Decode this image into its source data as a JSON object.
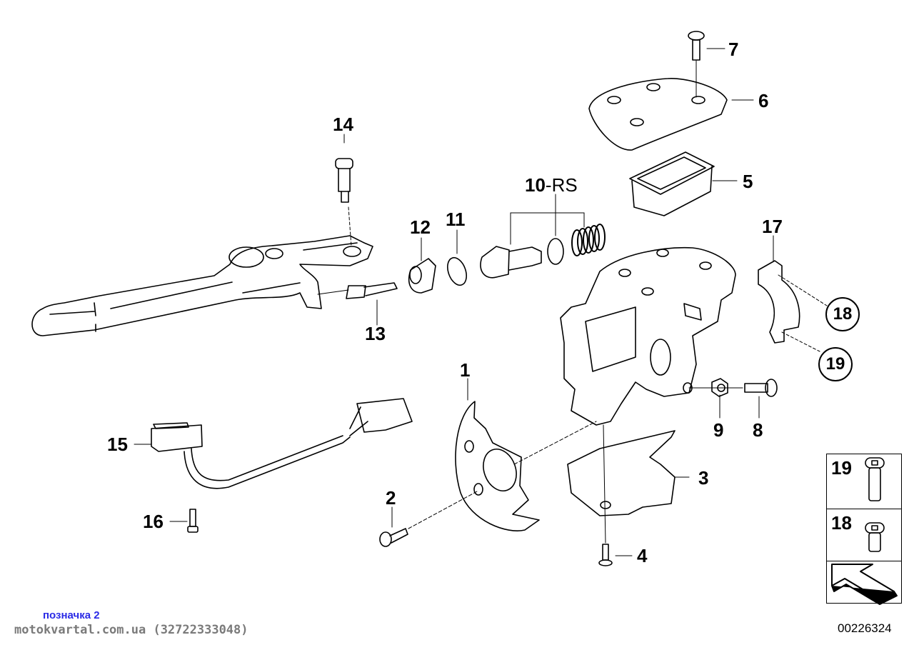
{
  "diagram": {
    "title_code": "00226324",
    "callouts": {
      "p1": "1",
      "p2": "2",
      "p3": "3",
      "p4": "4",
      "p5": "5",
      "p6": "6",
      "p7": "7",
      "p8": "8",
      "p9": "9",
      "p10": "10",
      "p10_suffix": "-RS",
      "p11": "11",
      "p12": "12",
      "p13": "13",
      "p14": "14",
      "p15": "15",
      "p16": "16",
      "p17": "17",
      "p18": "18",
      "p19": "19"
    },
    "legend": {
      "items": [
        {
          "number": "19",
          "icon": "long-socket-head-bolt-icon"
        },
        {
          "number": "18",
          "icon": "short-socket-head-bolt-icon"
        },
        {
          "number": "",
          "icon": "direction-arrow-icon"
        }
      ]
    }
  },
  "watermark": {
    "tag": "позначка 2",
    "site": "motokvartal.com.ua (32722333048)"
  },
  "colors": {
    "line": "#000000",
    "watermark_tag": "#2a2ae6",
    "watermark_site": "#7a7a7a"
  }
}
